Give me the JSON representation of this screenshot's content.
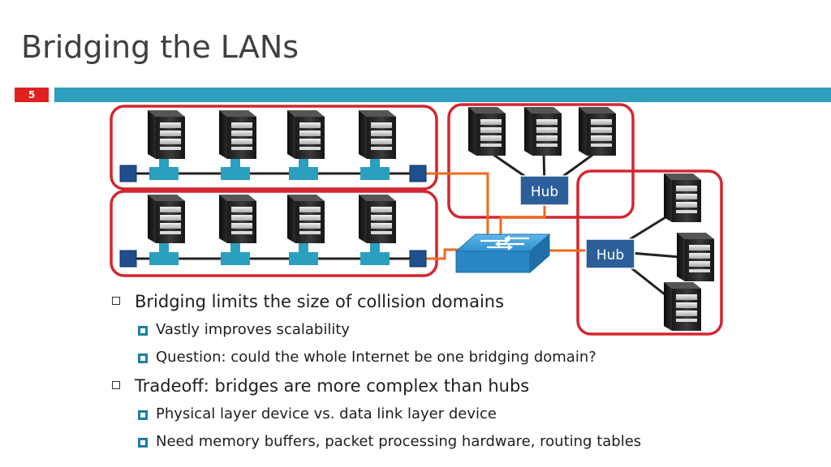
{
  "slide": {
    "title": "Bridging the LANs",
    "number": "5"
  },
  "diagram": {
    "hub_label_top": "Hub",
    "hub_label_right": "Hub",
    "colors": {
      "group_border": "#d3262f",
      "link": "#ef6a1a",
      "lan_cable": "#222222",
      "connector": "#2a9fbf",
      "terminator": "#1f4f8f",
      "hub_fill": "#2c5f9a",
      "switch_fill": "#2f8fce"
    },
    "icons": [
      "server-icon",
      "switch-icon",
      "hub-icon",
      "t-connector-icon",
      "terminator-icon"
    ]
  },
  "bullets": [
    {
      "text": "Bridging limits the size of collision domains",
      "sub": [
        "Vastly improves scalability",
        "Question: could the whole Internet be one bridging domain?"
      ]
    },
    {
      "text": "Tradeoff: bridges are more complex than hubs",
      "sub": [
        "Physical layer device vs. data link layer device",
        "Need memory buffers, packet processing hardware, routing tables"
      ]
    }
  ]
}
